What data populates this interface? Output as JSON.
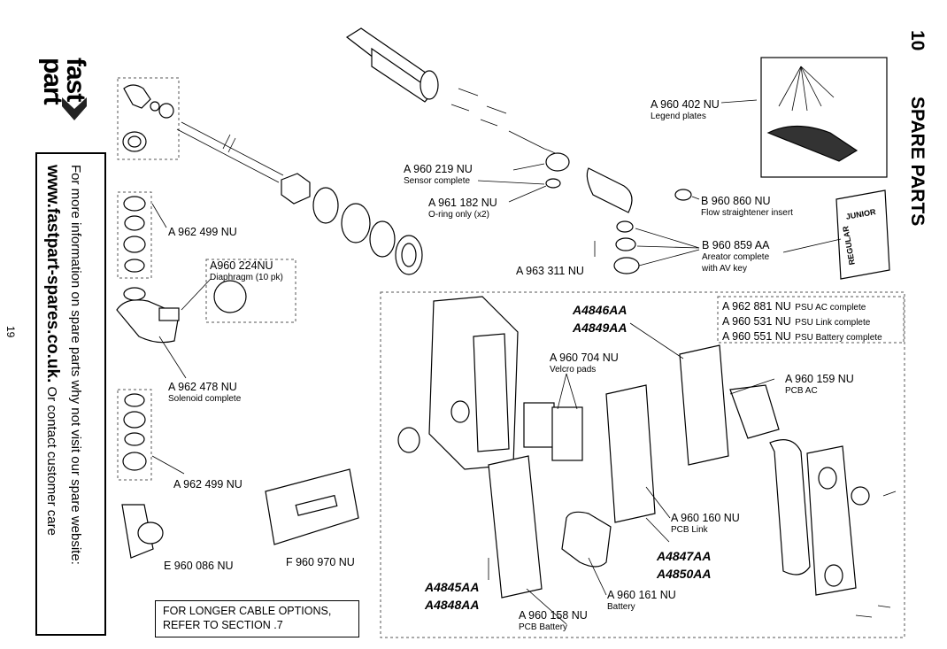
{
  "header": {
    "section_number": "10",
    "section_title": "SPARE PARTS",
    "page_number": "19"
  },
  "brand": {
    "logo_top": "fast",
    "logo_bottom": "part",
    "logo_icon": "chevron-arrow-icon"
  },
  "info_box": {
    "line1": "For more information on spare parts why not visit our spare website:",
    "website": "www.fastpart-spares.co.uk.",
    "line3": " Or contact customer care"
  },
  "parts": [
    {
      "code": "A 962 499 NU",
      "desc": ""
    },
    {
      "code": "A960 224NU",
      "desc": "Diaphragm (10 pk)"
    },
    {
      "code": "A 962 478 NU",
      "desc": "Solenoid complete"
    },
    {
      "code": "A 962 499 NU",
      "desc": ""
    },
    {
      "code": "E 960 086 NU",
      "desc": ""
    },
    {
      "code": "F 960 970 NU",
      "desc": ""
    },
    {
      "code": "A 960 219 NU",
      "desc": "Sensor complete"
    },
    {
      "code": "A 961 182 NU",
      "desc": "O-ring only (x2)"
    },
    {
      "code": "A 963 311 NU",
      "desc": ""
    },
    {
      "code": "A 960 402 NU",
      "desc": "Legend plates"
    },
    {
      "code": "B 960 860 NU",
      "desc": "Flow straightener insert"
    },
    {
      "code": "B 960 859 AA",
      "desc": "Areator complete",
      "desc2": "with AV key"
    },
    {
      "code": "A 960 704 NU",
      "desc": "Velcro pads"
    },
    {
      "code": "A 960 159 NU",
      "desc": "PCB AC"
    },
    {
      "code": "A 960 160 NU",
      "desc": "PCB Link"
    },
    {
      "code": "A 960 161 NU",
      "desc": "Battery"
    },
    {
      "code": "A 960 158 NU",
      "desc": "PCB Battery"
    }
  ],
  "psu_box": [
    {
      "code": "A 962 881 NU",
      "desc": "PSU AC complete"
    },
    {
      "code": "A 960 531 NU",
      "desc": "PSU Link complete"
    },
    {
      "code": "A 960 551 NU",
      "desc": "PSU Battery complete"
    }
  ],
  "bold_codes": {
    "pcb_ac": [
      "A4846AA",
      "A4849AA"
    ],
    "pcb_link": [
      "A4847AA",
      "A4850AA"
    ],
    "pcb_battery": [
      "A4845AA",
      "A4848AA"
    ]
  },
  "legend_plate_text": {
    "top": "JUNIOR",
    "bottom": "REGULAR"
  },
  "cable_note": {
    "line1": "FOR LONGER CABLE OPTIONS,",
    "line2": "REFER TO SECTION .7"
  }
}
